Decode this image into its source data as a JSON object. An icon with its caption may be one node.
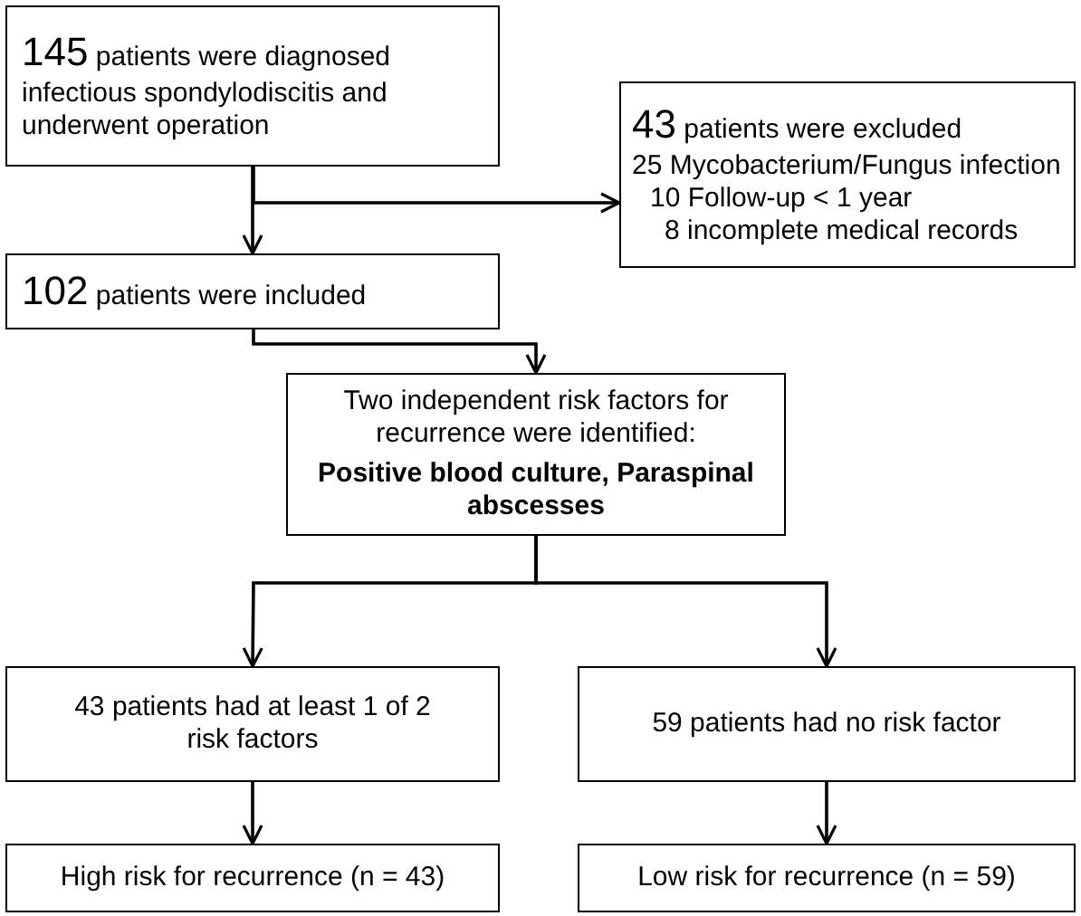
{
  "diagram": {
    "nodes": [
      {
        "text": [
          "145 patients were diagnosed infectious spondylodiscitis and underwent operation"
        ]
      },
      {
        "text": [
          "43 patients were excluded",
          "25 Mycobacterium/Fungus infection",
          "10 Follow-up < 1 year",
          "8 incomplete medical records"
        ]
      },
      {
        "text": [
          "102 patients were included"
        ]
      },
      {
        "text": [
          "Two independent risk factors for recurrence were identified:",
          "Positive blood culture, Paraspinal abscesses"
        ]
      },
      {
        "text": [
          "43 patients had at least 1 of 2 risk factors"
        ]
      },
      {
        "text": [
          "59 patients had no risk factor"
        ]
      },
      {
        "text": [
          "High risk for recurrence (n = 43)"
        ]
      },
      {
        "text": [
          "Low risk for recurrence (n = 59)"
        ]
      }
    ],
    "edges": [
      {
        "from": 0,
        "to": 2,
        "arrow": "to"
      },
      {
        "from": 0,
        "to": 1,
        "arrow": "to"
      },
      {
        "from": 2,
        "to": 3,
        "arrow": "to"
      },
      {
        "from": 3,
        "to": 4,
        "arrow": "to"
      },
      {
        "from": 3,
        "to": 5,
        "arrow": "to"
      },
      {
        "from": 4,
        "to": 6,
        "arrow": "to"
      },
      {
        "from": 5,
        "to": 7,
        "arrow": "to"
      }
    ]
  }
}
